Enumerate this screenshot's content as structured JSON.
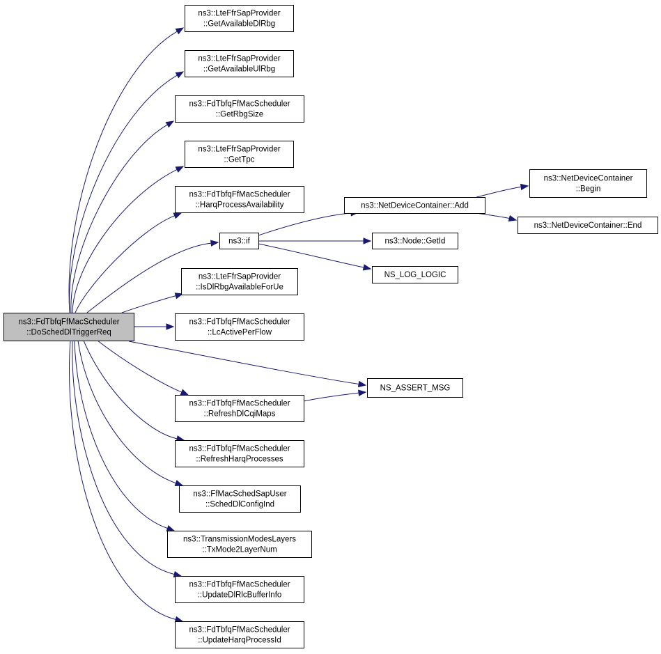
{
  "nodes": {
    "root": [
      "ns3::FdTbfqFfMacScheduler",
      "::DoSchedDlTriggerReq"
    ],
    "get_available_dl_rbg": [
      "ns3::LteFfrSapProvider",
      "::GetAvailableDlRbg"
    ],
    "get_available_ul_rbg": [
      "ns3::LteFfrSapProvider",
      "::GetAvailableUlRbg"
    ],
    "get_rbg_size": [
      "ns3::FdTbfqFfMacScheduler",
      "::GetRbgSize"
    ],
    "get_tpc": [
      "ns3::LteFfrSapProvider",
      "::GetTpc"
    ],
    "harq_process_availability": [
      "ns3::FdTbfqFfMacScheduler",
      "::HarqProcessAvailability"
    ],
    "if": [
      "ns3::if"
    ],
    "is_dl_rbg_available": [
      "ns3::LteFfrSapProvider",
      "::IsDlRbgAvailableForUe"
    ],
    "lc_active_per_flow": [
      "ns3::FdTbfqFfMacScheduler",
      "::LcActivePerFlow"
    ],
    "refresh_dl_cqi_maps": [
      "ns3::FdTbfqFfMacScheduler",
      "::RefreshDlCqiMaps"
    ],
    "refresh_harq_processes": [
      "ns3::FdTbfqFfMacScheduler",
      "::RefreshHarqProcesses"
    ],
    "sched_dl_config_ind": [
      "ns3::FfMacSchedSapUser",
      "::SchedDlConfigInd"
    ],
    "tx_mode_2_layer_num": [
      "ns3::TransmissionModesLayers",
      "::TxMode2LayerNum"
    ],
    "update_dl_rlc_buffer_info": [
      "ns3::FdTbfqFfMacScheduler",
      "::UpdateDlRlcBufferInfo"
    ],
    "update_harq_process_id": [
      "ns3::FdTbfqFfMacScheduler",
      "::UpdateHarqProcessId"
    ],
    "net_device_container_add": [
      "ns3::NetDeviceContainer::Add"
    ],
    "node_get_id": [
      "ns3::Node::GetId"
    ],
    "ns_log_logic": [
      "NS_LOG_LOGIC"
    ],
    "ns_assert_msg": [
      "NS_ASSERT_MSG"
    ],
    "net_device_container_begin": [
      "ns3::NetDeviceContainer",
      "::Begin"
    ],
    "net_device_container_end": [
      "ns3::NetDeviceContainer::End"
    ]
  },
  "edges": [
    [
      "root",
      "get_available_dl_rbg"
    ],
    [
      "root",
      "get_available_ul_rbg"
    ],
    [
      "root",
      "get_rbg_size"
    ],
    [
      "root",
      "get_tpc"
    ],
    [
      "root",
      "harq_process_availability"
    ],
    [
      "root",
      "if"
    ],
    [
      "root",
      "is_dl_rbg_available"
    ],
    [
      "root",
      "lc_active_per_flow"
    ],
    [
      "root",
      "ns_assert_msg"
    ],
    [
      "root",
      "refresh_dl_cqi_maps"
    ],
    [
      "root",
      "refresh_harq_processes"
    ],
    [
      "root",
      "sched_dl_config_ind"
    ],
    [
      "root",
      "tx_mode_2_layer_num"
    ],
    [
      "root",
      "update_dl_rlc_buffer_info"
    ],
    [
      "root",
      "update_harq_process_id"
    ],
    [
      "if",
      "net_device_container_add"
    ],
    [
      "if",
      "node_get_id"
    ],
    [
      "if",
      "ns_log_logic"
    ],
    [
      "refresh_dl_cqi_maps",
      "ns_assert_msg"
    ],
    [
      "net_device_container_add",
      "net_device_container_begin"
    ],
    [
      "net_device_container_add",
      "net_device_container_end"
    ]
  ],
  "colors": {
    "edge": "#191970",
    "node_border": "#000000",
    "node_fill": "#ffffff",
    "root_fill": "#bfbfbf"
  }
}
